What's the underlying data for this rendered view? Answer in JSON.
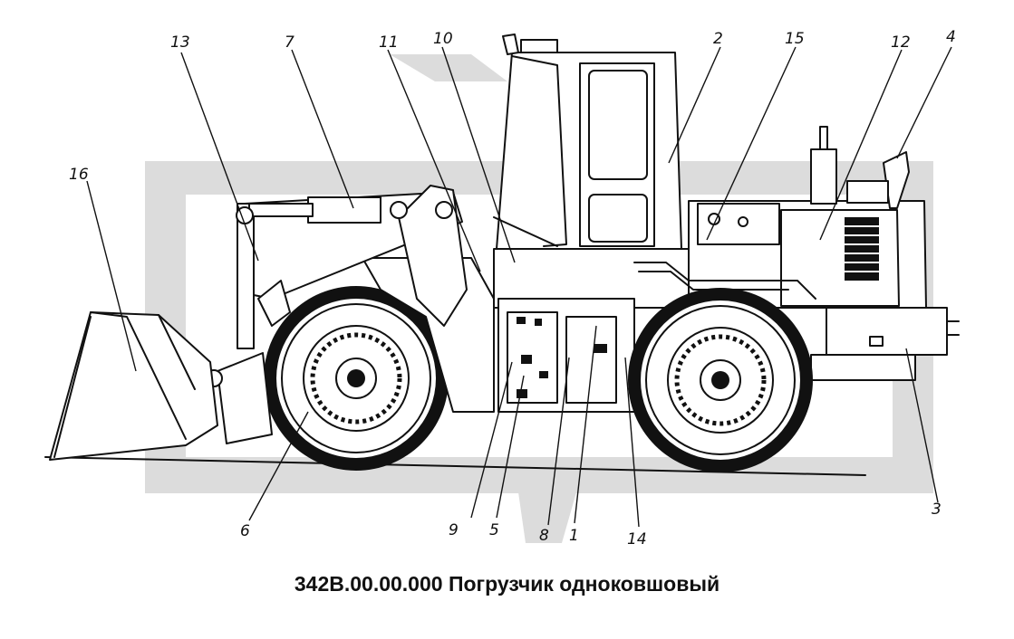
{
  "caption": "342В.00.00.000 Погрузчик одноковшовый",
  "callouts": [
    "1",
    "2",
    "3",
    "4",
    "5",
    "6",
    "7",
    "8",
    "9",
    "10",
    "11",
    "12",
    "13",
    "14",
    "15",
    "16"
  ],
  "colors": {
    "line": "#111111",
    "watermark": "#d8d8d8",
    "background": "#ffffff"
  }
}
